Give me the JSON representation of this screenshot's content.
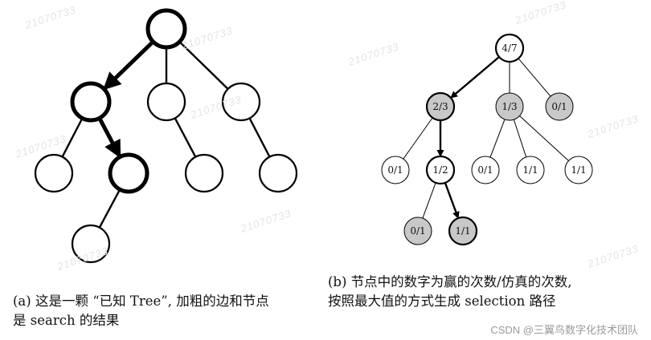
{
  "watermark": "21070733",
  "tree_a": {
    "nodes": [
      {
        "id": "r",
        "bold": true
      },
      {
        "id": "a1",
        "bold": true
      },
      {
        "id": "a2",
        "bold": false
      },
      {
        "id": "a3",
        "bold": false
      },
      {
        "id": "b1",
        "bold": false
      },
      {
        "id": "b2",
        "bold": true
      },
      {
        "id": "b3",
        "bold": false
      },
      {
        "id": "b4",
        "bold": false
      },
      {
        "id": "c1",
        "bold": false
      }
    ],
    "edges": [
      {
        "from": "r",
        "to": "a1",
        "bold": true,
        "arrow": true
      },
      {
        "from": "r",
        "to": "a2",
        "bold": false,
        "arrow": false
      },
      {
        "from": "r",
        "to": "a3",
        "bold": false,
        "arrow": false
      },
      {
        "from": "a1",
        "to": "b1",
        "bold": false,
        "arrow": false
      },
      {
        "from": "a1",
        "to": "b2",
        "bold": true,
        "arrow": true
      },
      {
        "from": "a2",
        "to": "b3",
        "bold": false,
        "arrow": false
      },
      {
        "from": "a3",
        "to": "b4",
        "bold": false,
        "arrow": false
      },
      {
        "from": "b2",
        "to": "c1",
        "bold": false,
        "arrow": false
      }
    ]
  },
  "tree_b": {
    "nodes": [
      {
        "id": "n0",
        "label": "4/7",
        "fill": "#ffffff",
        "bold": true
      },
      {
        "id": "n1",
        "label": "2/3",
        "fill": "#c8c8c8",
        "bold": true
      },
      {
        "id": "n2",
        "label": "1/3",
        "fill": "#c8c8c8",
        "bold": false
      },
      {
        "id": "n3",
        "label": "0/1",
        "fill": "#c8c8c8",
        "bold": false
      },
      {
        "id": "n4",
        "label": "0/1",
        "fill": "#ffffff",
        "bold": false
      },
      {
        "id": "n5",
        "label": "1/2",
        "fill": "#ffffff",
        "bold": true
      },
      {
        "id": "n6",
        "label": "0/1",
        "fill": "#ffffff",
        "bold": false
      },
      {
        "id": "n7",
        "label": "1/1",
        "fill": "#ffffff",
        "bold": false
      },
      {
        "id": "n8",
        "label": "1/1",
        "fill": "#ffffff",
        "bold": false
      },
      {
        "id": "n9",
        "label": "0/1",
        "fill": "#c8c8c8",
        "bold": false
      },
      {
        "id": "n10",
        "label": "1/1",
        "fill": "#c8c8c8",
        "bold": true
      }
    ],
    "edges": [
      {
        "from": "n0",
        "to": "n1",
        "bold": true,
        "arrow": true
      },
      {
        "from": "n0",
        "to": "n2",
        "bold": false,
        "arrow": false
      },
      {
        "from": "n0",
        "to": "n3",
        "bold": false,
        "arrow": false
      },
      {
        "from": "n1",
        "to": "n4",
        "bold": false,
        "arrow": false
      },
      {
        "from": "n1",
        "to": "n5",
        "bold": true,
        "arrow": true
      },
      {
        "from": "n2",
        "to": "n6",
        "bold": false,
        "arrow": false
      },
      {
        "from": "n2",
        "to": "n7",
        "bold": false,
        "arrow": false
      },
      {
        "from": "n2",
        "to": "n8",
        "bold": false,
        "arrow": false
      },
      {
        "from": "n5",
        "to": "n9",
        "bold": false,
        "arrow": false
      },
      {
        "from": "n5",
        "to": "n10",
        "bold": true,
        "arrow": true
      }
    ]
  },
  "caption_a": {
    "line1": "(a) 这是一颗 “已知 Tree”, 加粗的边和节点",
    "line2": "是 search 的结果"
  },
  "caption_b": {
    "line1": "(b) 节点中的数字为赢的次数/仿真的次数,",
    "line2": "按照最大值的方式生成 selection 路径"
  },
  "footer": "CSDN @三翼鸟数字化技术团队"
}
